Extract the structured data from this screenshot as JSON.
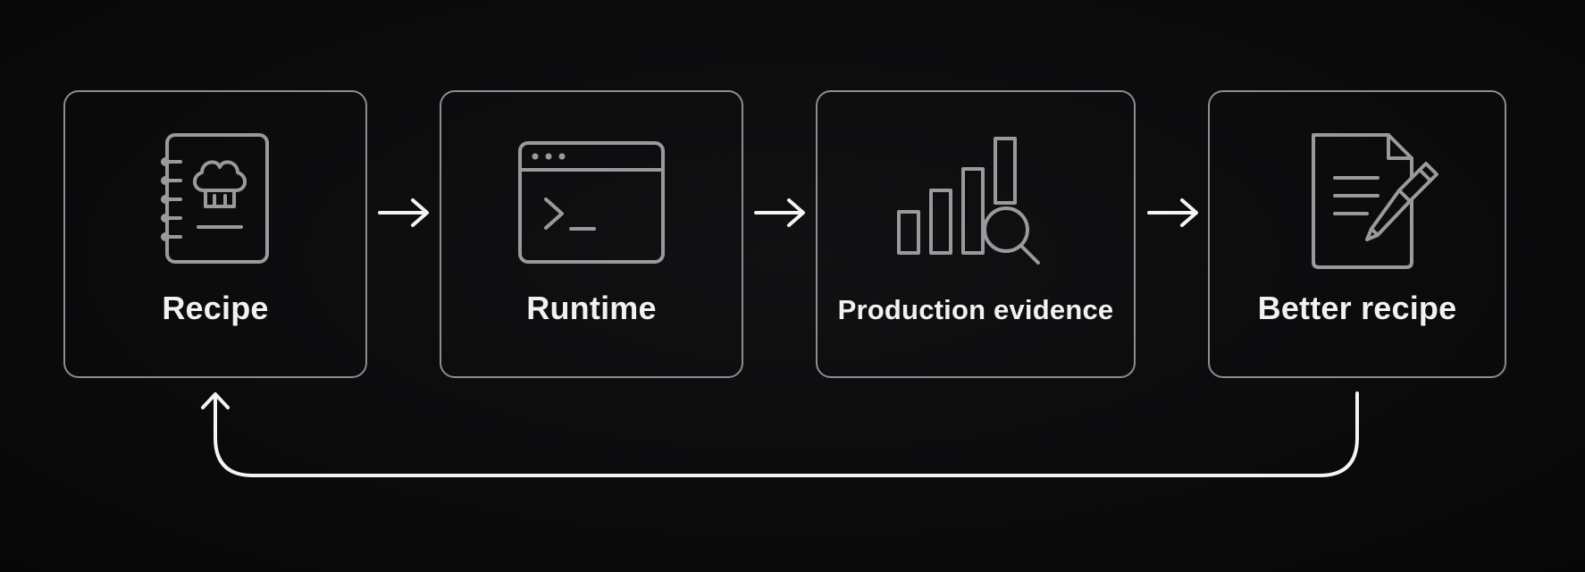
{
  "diagram": {
    "nodes": [
      {
        "id": "recipe",
        "label": "Recipe",
        "icon": "recipe-book-icon"
      },
      {
        "id": "runtime",
        "label": "Runtime",
        "icon": "terminal-window-icon"
      },
      {
        "id": "production_evidence",
        "label": "Production evidence",
        "icon": "bar-chart-magnifier-icon"
      },
      {
        "id": "better_recipe",
        "label": "Better recipe",
        "icon": "document-pencil-icon"
      }
    ],
    "edges": [
      {
        "from": "recipe",
        "to": "runtime"
      },
      {
        "from": "runtime",
        "to": "production_evidence"
      },
      {
        "from": "production_evidence",
        "to": "better_recipe"
      },
      {
        "from": "better_recipe",
        "to": "recipe",
        "style": "loop-back"
      }
    ],
    "colors": {
      "background": "#0b0b0c",
      "stroke": "#8d8d90",
      "text": "#f1f1f1",
      "arrow": "#f4f4f4"
    }
  }
}
